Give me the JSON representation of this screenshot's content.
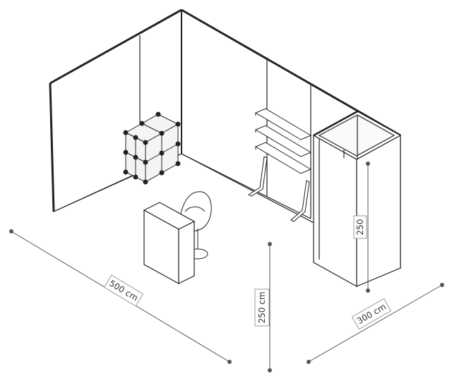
{
  "dimensions": {
    "length": {
      "label": "500 cm"
    },
    "height": {
      "label": "250 cm"
    },
    "depth": {
      "label": "300 cm"
    },
    "cabin_height": {
      "label": "250"
    }
  },
  "colors": {
    "line": "#222222",
    "dimension_line": "#555555",
    "wall_fill": "#ffffff",
    "cube_fill": "#f4f4f4"
  }
}
